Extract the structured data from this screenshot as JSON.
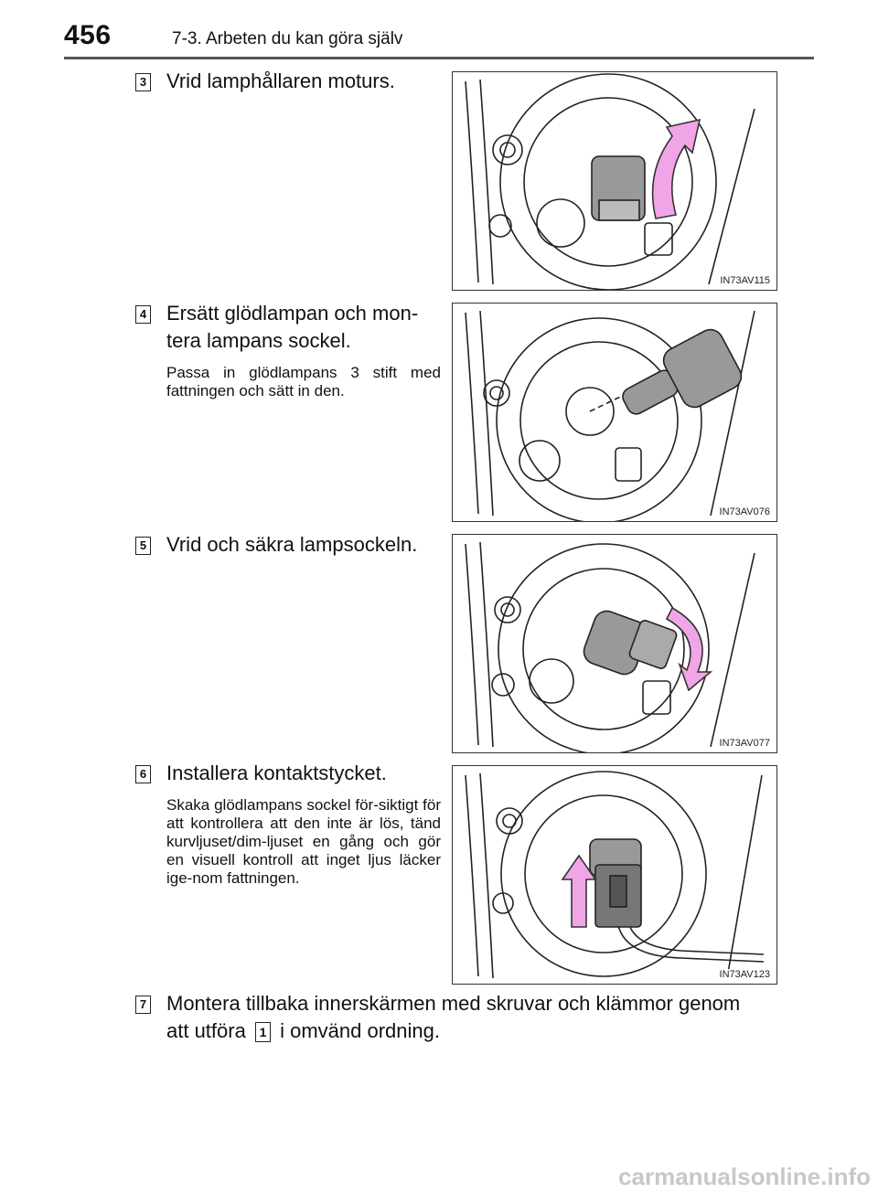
{
  "header": {
    "page_number": "456",
    "section": "7-3. Arbeten du kan göra själv"
  },
  "steps": [
    {
      "num": "3",
      "title": "Vrid lamphållaren moturs.",
      "figure_code": "IN73AV115"
    },
    {
      "num": "4",
      "title_lines": [
        "Ersätt glödlampan och mon-",
        "tera lampans sockel."
      ],
      "body": "Passa in glödlampans 3 stift med fattningen och sätt in den.",
      "figure_code": "IN73AV076"
    },
    {
      "num": "5",
      "title": "Vrid och säkra lampsockeln.",
      "figure_code": "IN73AV077"
    },
    {
      "num": "6",
      "title": "Installera kontaktstycket.",
      "body": "Skaka glödlampans sockel för-siktigt för att kontrollera att den inte är lös, tänd kurvljuset/dim-ljuset en gång och gör en visuell kontroll att inget ljus läcker ige-nom fattningen.",
      "figure_code": "IN73AV123"
    },
    {
      "num": "7",
      "line1": "Montera tillbaka innerskärmen med skruvar och klämmor genom",
      "line2_pre": "att utföra",
      "ref": "1",
      "line2_post": "i omvänd ordning."
    }
  ],
  "watermark": "carmanualsonline.info",
  "colors": {
    "arrow": "#f0a6e6",
    "arrow_stroke": "#333333",
    "rule": "#555555"
  }
}
